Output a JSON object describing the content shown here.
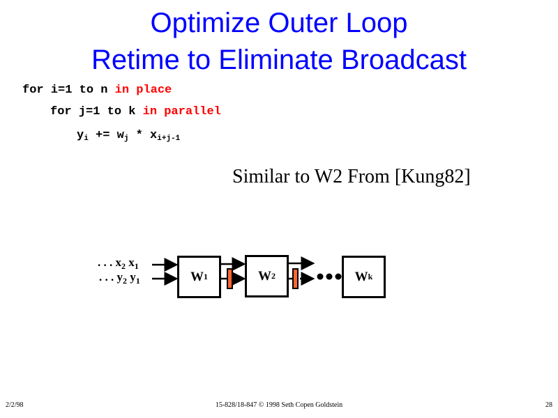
{
  "title": {
    "line1": "Optimize Outer Loop",
    "line2": "Retime to Eliminate Broadcast"
  },
  "code": {
    "line1": {
      "text": "for i=1 to n ",
      "highlight": "in place"
    },
    "line2": {
      "text": "for j=1 to k ",
      "highlight": "in parallel"
    },
    "line3": {
      "y": "y",
      "y_sub": "i",
      "op": " += w",
      "w_sub": "j",
      "mul": " * x",
      "x_sub": "i+j-1"
    }
  },
  "note": "Similar to W2 From [Kung82]",
  "diagram": {
    "x_input": {
      "prefix": ". . . x",
      "s1": "2",
      "mid": " x",
      "s2": "1"
    },
    "y_input": {
      "prefix": ". . . y",
      "s1": "2",
      "mid": " y",
      "s2": "1"
    },
    "cells": [
      {
        "label": "W",
        "sub": "1"
      },
      {
        "label": "W",
        "sub": "2"
      },
      {
        "label": "W",
        "sub": "k"
      }
    ],
    "register_color": "#ff6633"
  },
  "footer": {
    "date": "2/2/98",
    "center": "15-828/18-847 © 1998 Seth Copen Goldstein",
    "page": "28"
  }
}
